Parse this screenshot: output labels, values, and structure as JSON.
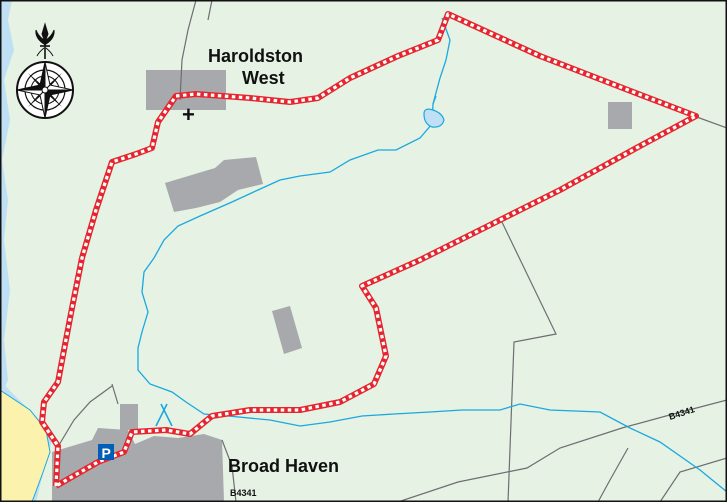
{
  "map": {
    "places": {
      "haroldston_line1": "Haroldston",
      "haroldston_line2": "West",
      "broad_haven": "Broad Haven"
    },
    "roads": {
      "b4341_east": "B4341",
      "b4341_south": "B4341"
    },
    "symbols": {
      "parking_letter": "P",
      "campsite_glyph": "⋏",
      "church_glyph": "+",
      "compass_icon": "compass-rose-icon"
    },
    "colors": {
      "land": "#e6f2e4",
      "sea": "#bfdff5",
      "beach": "#fbf2ad",
      "settlement": "#a7a9ac",
      "stream": "#1aa8e0",
      "road": "#6d6e71",
      "route": "#e6262e",
      "parking": "#005eb8",
      "frame": "#111111"
    }
  }
}
